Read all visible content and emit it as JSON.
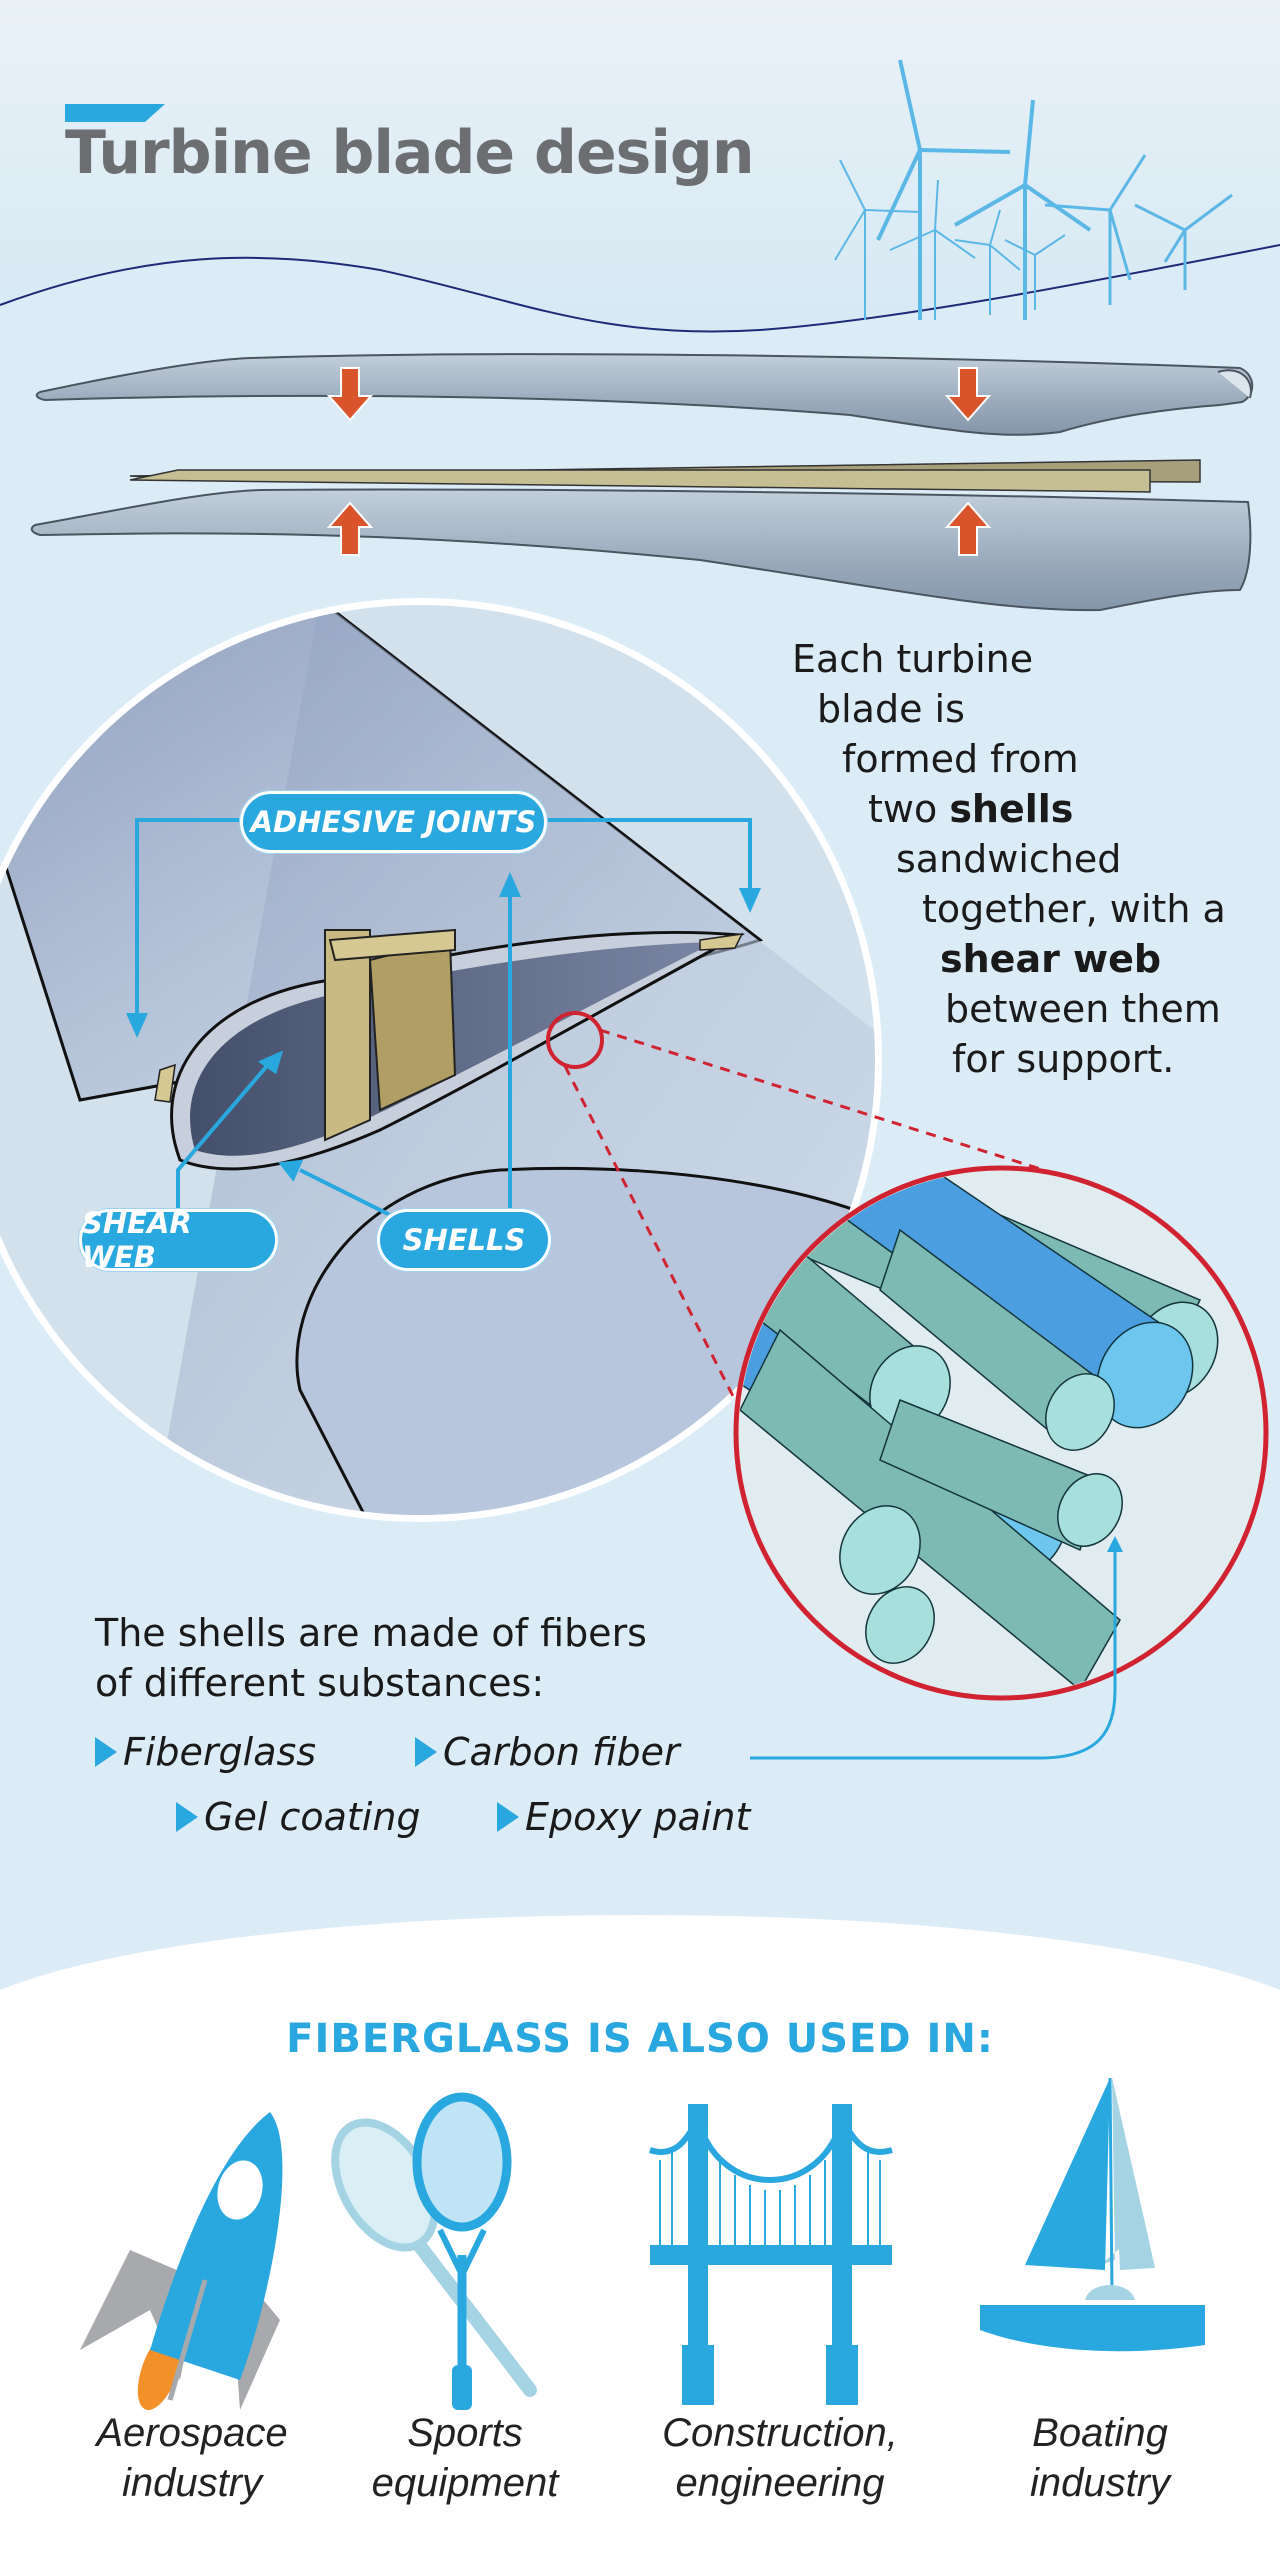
{
  "header": {
    "title": "Turbine blade design"
  },
  "description": {
    "lines": [
      {
        "text": "Each turbine"
      },
      {
        "text": "blade is"
      },
      {
        "text": "formed from"
      },
      {
        "pre": "two ",
        "bold": "shells"
      },
      {
        "text": "sandwiched"
      },
      {
        "text": "together, with a"
      },
      {
        "bold": "shear web"
      },
      {
        "text": "between them"
      },
      {
        "text": "for support."
      }
    ]
  },
  "callouts": {
    "adhesive_joints": "ADHESIVE JOINTS",
    "shear_web": "SHEAR WEB",
    "shells": "SHELLS"
  },
  "materials": {
    "intro_line1": "The shells are made of fibers",
    "intro_line2": "of different substances:",
    "items": [
      "Fiberglass",
      "Carbon fiber",
      "Gel coating",
      "Epoxy paint"
    ]
  },
  "uses": {
    "heading": "FIBERGLASS IS ALSO USED IN:",
    "items": [
      {
        "icon": "rocket-icon",
        "line1": "Aerospace",
        "line2": "industry"
      },
      {
        "icon": "tennis-rackets-icon",
        "line1": "Sports",
        "line2": "equipment"
      },
      {
        "icon": "bridge-icon",
        "line1": "Construction,",
        "line2": "engineering"
      },
      {
        "icon": "sailboat-icon",
        "line1": "Boating",
        "line2": "industry"
      }
    ]
  },
  "colors": {
    "accent": "#29a8e0",
    "arrow": "#d9542b",
    "highlight": "#d0232f",
    "title": "#6d6e71"
  }
}
